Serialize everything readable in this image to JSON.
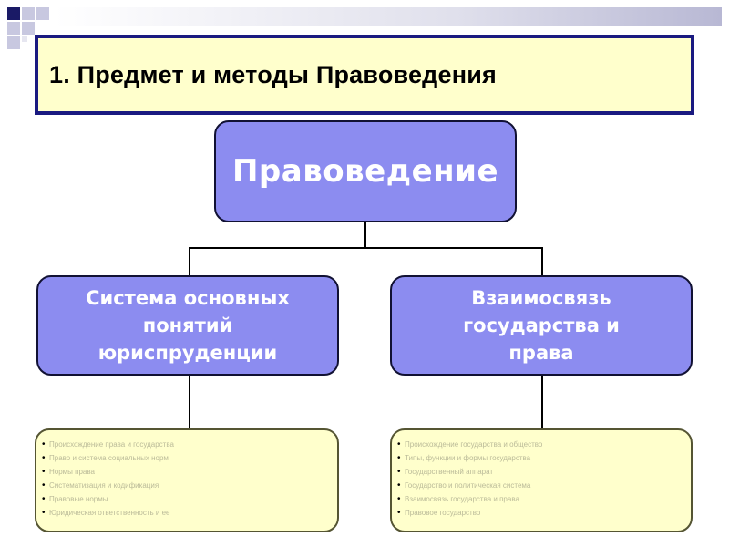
{
  "slide": {
    "title": "1. Предмет и методы Правоведения"
  },
  "diagram": {
    "root": {
      "label": "Правоведение"
    },
    "branches": [
      {
        "label": "Система основных понятий юриспруденции",
        "items": [
          "Происхождение права и государства",
          "Право и система социальных норм",
          "Нормы права",
          "Систематизация и кодификация",
          "Правовые нормы",
          "Юридическая ответственность и ее"
        ]
      },
      {
        "label": "Взаимосвязь государства и права",
        "items": [
          "Происхождение государства и общество",
          "Типы, функции и формы государства",
          "Государственный аппарат",
          "Государство и политическая система",
          "Взаимосвязь государства и права",
          "Правовое государство"
        ]
      }
    ]
  },
  "colors": {
    "title_bg": "#ffffcc",
    "title_border": "#1a1a80",
    "node_fill": "#8c8cf0",
    "list_fill": "#ffffcc",
    "deco_square_dark": "#1a1a66",
    "deco_square_light": "#c8c8e0"
  }
}
